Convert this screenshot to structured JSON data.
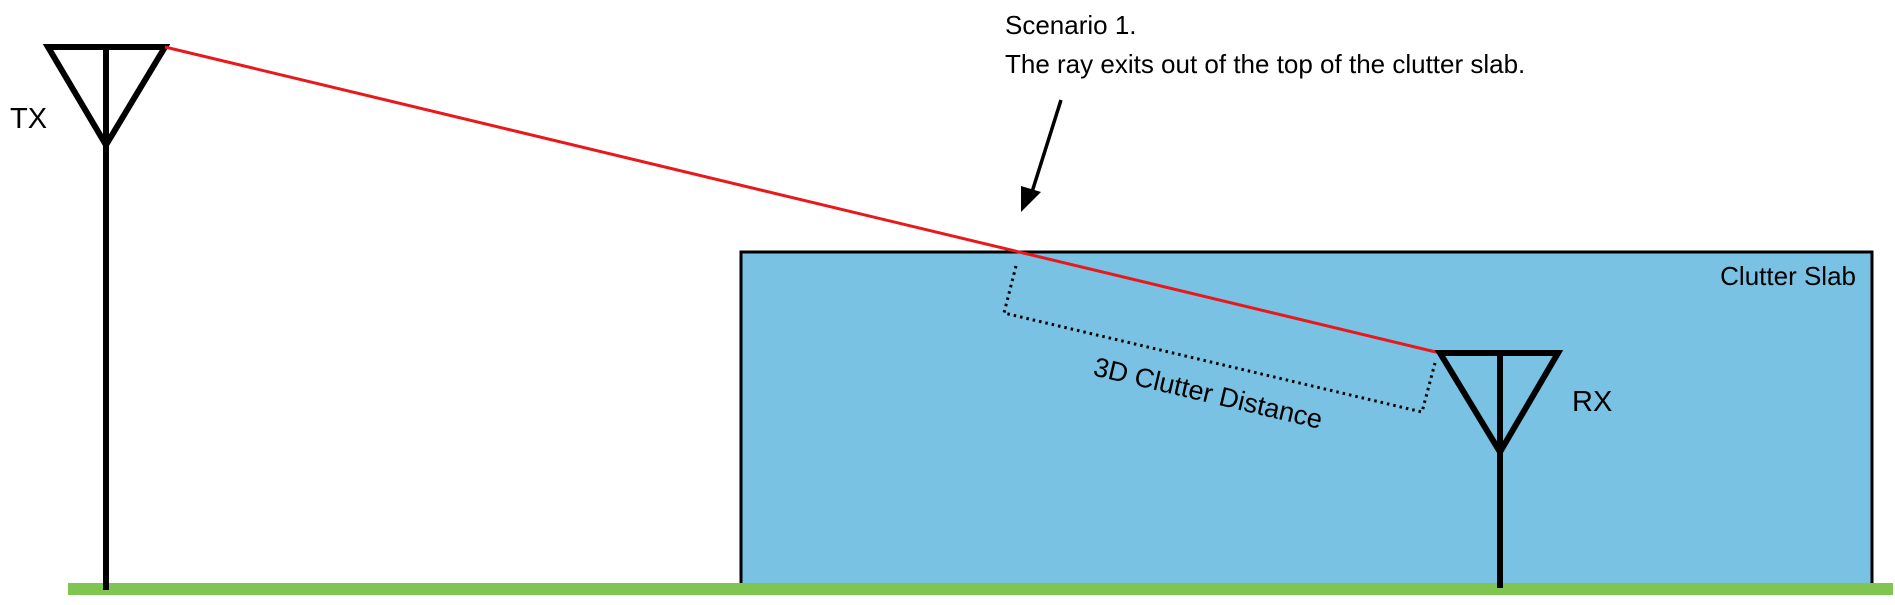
{
  "caption": {
    "line1": "Scenario 1.",
    "line2": "The ray exits out of the top of the clutter slab."
  },
  "labels": {
    "tx": "TX",
    "rx": "RX",
    "slab": "Clutter Slab",
    "distance": "3D Clutter Distance"
  },
  "colors": {
    "ground": "#7fc650",
    "slab_fill": "#79c2e3",
    "ray": "#e8191c",
    "outline": "#000000"
  }
}
